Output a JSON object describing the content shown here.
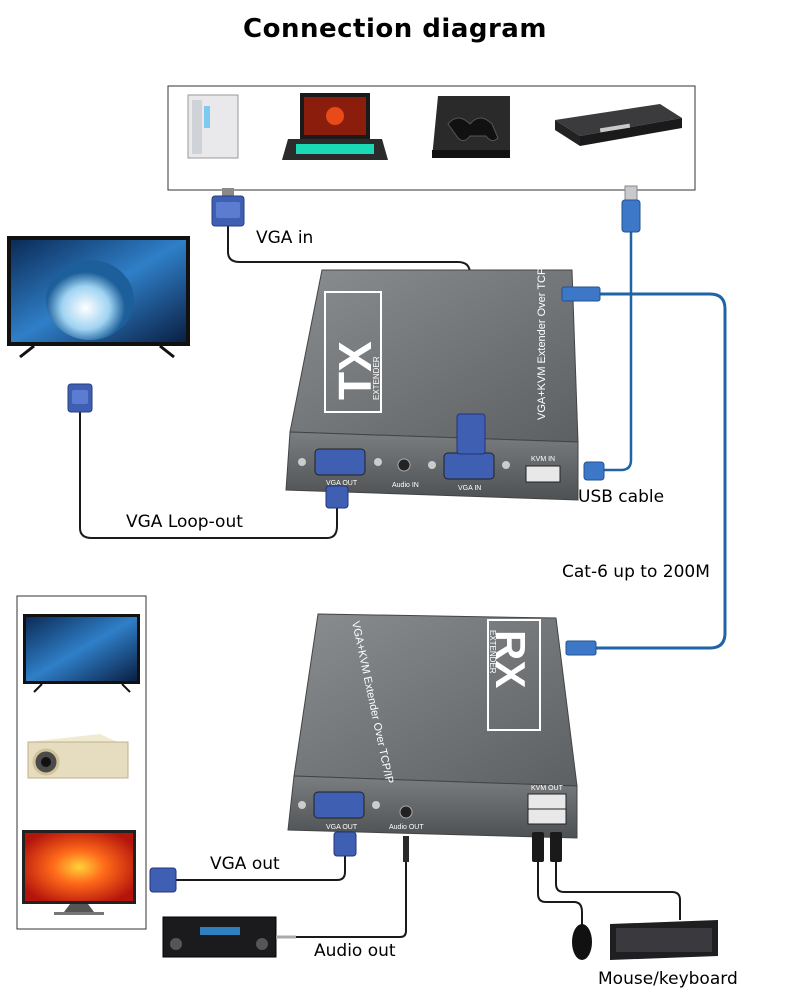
{
  "diagram": {
    "title": "Connection diagram",
    "labels": {
      "vga_in": "VGA in",
      "vga_loop_out": "VGA Loop-out",
      "usb_cable": "USB cable",
      "cat6": "Cat-6 up to 200M",
      "vga_out": "VGA out",
      "audio_out": "Audio out",
      "mouse_keyboard": "Mouse/keyboard"
    },
    "tx": {
      "badge": "TX",
      "badge_sub": "EXTENDER",
      "product_text": "VGA+KVM Extender Over TCP/IP",
      "port_vga_out": "VGA OUT",
      "port_audio_in": "Audio IN",
      "port_vga_in": "VGA IN",
      "port_kvm_in": "KVM IN"
    },
    "rx": {
      "badge": "RX",
      "badge_sub": "EXTENDER",
      "product_text": "VGA+KVM Extender Over TCP/IP",
      "port_vga_out": "VGA OUT",
      "port_audio_out": "Audio OUT",
      "port_kvm_out": "KVM OUT"
    },
    "colors": {
      "cable_black": "#1a1a1a",
      "cable_blue": "#1f64a6",
      "device_body": "#6b6e70",
      "vga_connector": "#3f5fb3"
    }
  }
}
